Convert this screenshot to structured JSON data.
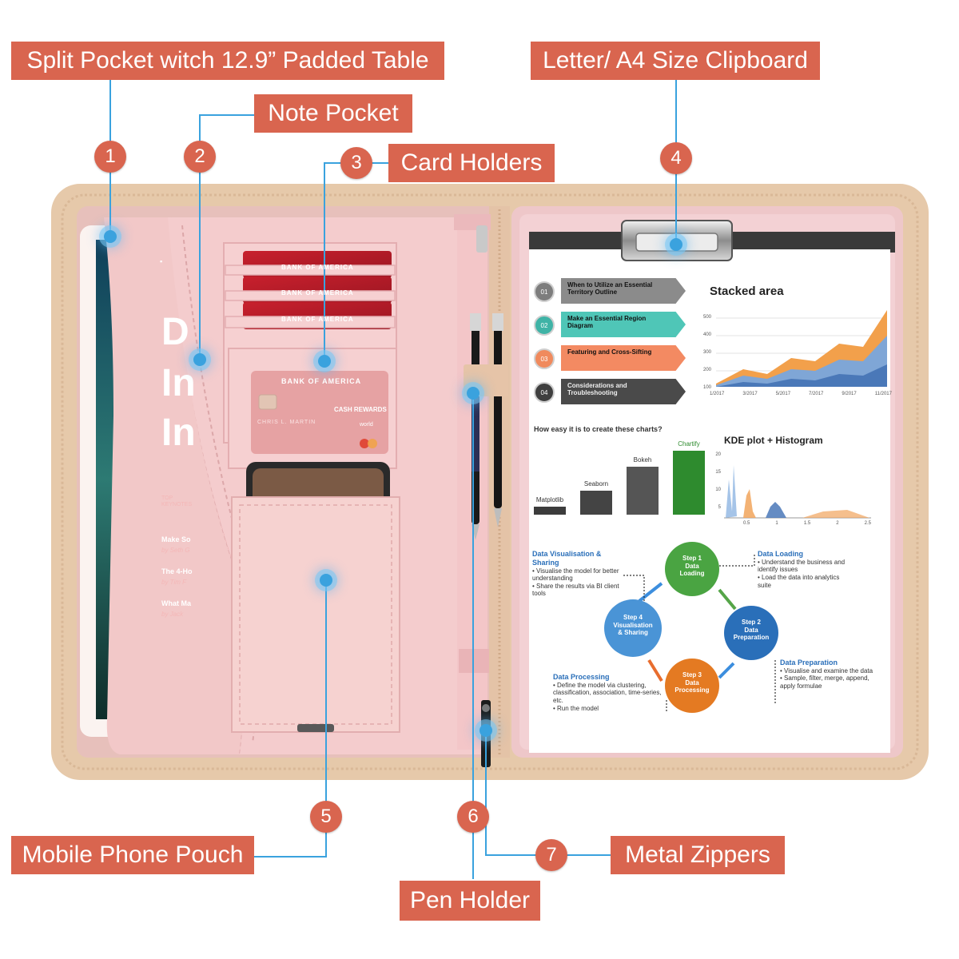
{
  "callouts": {
    "c1": {
      "num": "1",
      "label": "Split Pocket witch 12.9” Padded Table"
    },
    "c2": {
      "num": "2",
      "label": "Note Pocket"
    },
    "c3": {
      "num": "3",
      "label": "Card Holders"
    },
    "c4": {
      "num": "4",
      "label": "Letter/ A4 Size Clipboard"
    },
    "c5": {
      "num": "5",
      "label": "Mobile Phone Pouch"
    },
    "c6": {
      "num": "6",
      "label": "Pen Holder"
    },
    "c7": {
      "num": "7",
      "label": "Metal Zippers"
    }
  },
  "cards": {
    "bank": "BANK OF AMERICA",
    "front_bank": "BANK OF AMERICA",
    "cash_rewards": "CASH REWARDS",
    "holder": "CHRIS L. MARTIN",
    "network": "world"
  },
  "book": {
    "big1": "D",
    "big2": "In",
    "big3": "In",
    "top_label": "TOP KEYNOTES",
    "item1": "Make So",
    "item1_by": "by Seth G",
    "item2": "The 4-Ho",
    "item2_by": "by Tim F",
    "item3": "What Ma",
    "item3_by": "by Jack"
  },
  "sheet": {
    "steps": [
      {
        "num": "01",
        "text": "When to Utilize an Essential Territory Outline"
      },
      {
        "num": "02",
        "text": "Make an Essential Region Diagram"
      },
      {
        "num": "03",
        "text": "Featuring and Cross-Sifting"
      },
      {
        "num": "04",
        "text": "Considerations and Troubleshooting"
      }
    ],
    "stacked_title": "Stacked area",
    "stacked_y": [
      "500",
      "400",
      "300",
      "200",
      "100"
    ],
    "stacked_x": [
      "1/2017",
      "3/2017",
      "5/2017",
      "7/2017",
      "9/2017",
      "11/2017"
    ],
    "question": "How easy it is to create these charts?",
    "bars": [
      {
        "label": "Matplotlib",
        "value": 1
      },
      {
        "label": "Seaborn",
        "value": 3
      },
      {
        "label": "Bokeh",
        "value": 6
      },
      {
        "label": "Chartify",
        "value": 8
      }
    ],
    "kde_title": "KDE plot + Histogram",
    "kde_y": [
      "20",
      "15",
      "10",
      "5"
    ],
    "kde_x": [
      "0.5",
      "1",
      "1.5",
      "2",
      "2.5"
    ],
    "dv_title": "Data Visualisation & Sharing",
    "dv_items": [
      "Visualise the model for better understanding",
      "Share the results via BI client tools"
    ],
    "dl_title": "Data Loading",
    "dl_items": [
      "Understand the business and identify issues",
      "Load the data into analytics suite"
    ],
    "dp_title": "Data Processing",
    "dp_items": [
      "Define the model via clustering, classification, association, time-series, etc.",
      "Run the model"
    ],
    "dprep_title": "Data Preparation",
    "dprep_items": [
      "Visualise and examine the data",
      "Sample, filter, merge, append, apply formulae"
    ],
    "cycle": [
      {
        "l1": "Step 1",
        "l2": "Data",
        "l3": "Loading"
      },
      {
        "l1": "Step 2",
        "l2": "Data",
        "l3": "Preparation"
      },
      {
        "l1": "Step 3",
        "l2": "Data",
        "l3": "Processing"
      },
      {
        "l1": "Step 4",
        "l2": "Visualisation",
        "l3": "& Sharing"
      }
    ]
  }
}
